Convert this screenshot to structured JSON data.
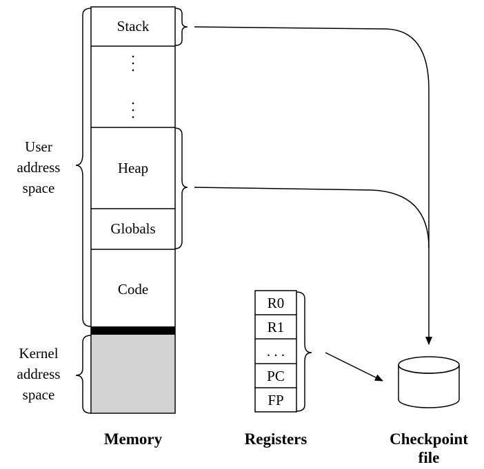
{
  "memory": {
    "segments": {
      "stack": "Stack",
      "heap": "Heap",
      "globals": "Globals",
      "code": "Code"
    },
    "caption": "Memory",
    "kernel_fill": "#d3d3d3"
  },
  "address_space": {
    "user": [
      "User",
      "address",
      "space"
    ],
    "kernel": [
      "Kernel",
      "address",
      "space"
    ]
  },
  "registers": {
    "items": [
      "R0",
      "R1",
      ". . .",
      "PC",
      "FP"
    ],
    "caption": "Registers"
  },
  "checkpoint": {
    "caption": [
      "Checkpoint",
      "file"
    ],
    "disk_fill": "#808080"
  }
}
